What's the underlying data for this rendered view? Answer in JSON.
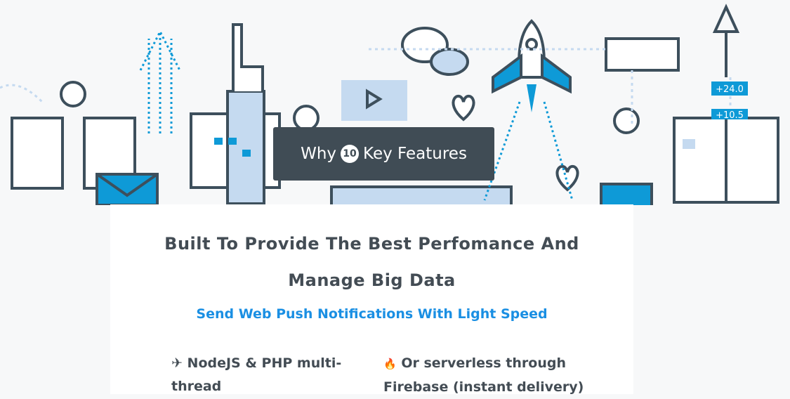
{
  "hero": {
    "badge_prefix": "Why",
    "badge_number": "10",
    "badge_suffix": "Key Features",
    "stat_1": "+24.0",
    "stat_2": "+10.5"
  },
  "card": {
    "title": "Built To Provide The Best Perfomance And Manage Big Data",
    "subtitle": "Send Web Push Notifications With Light Speed",
    "features": [
      {
        "icon": "airplane-icon",
        "glyph": "✈",
        "text": "NodeJS & PHP multi-thread"
      },
      {
        "icon": "fire-icon",
        "glyph": "🔥",
        "text": "Or serverless through Firebase (instant delivery)"
      }
    ]
  },
  "colors": {
    "dark": "#3d4f5c",
    "blue": "#0e9ad7",
    "light": "#c5daf0",
    "link": "#1a8fe3"
  }
}
